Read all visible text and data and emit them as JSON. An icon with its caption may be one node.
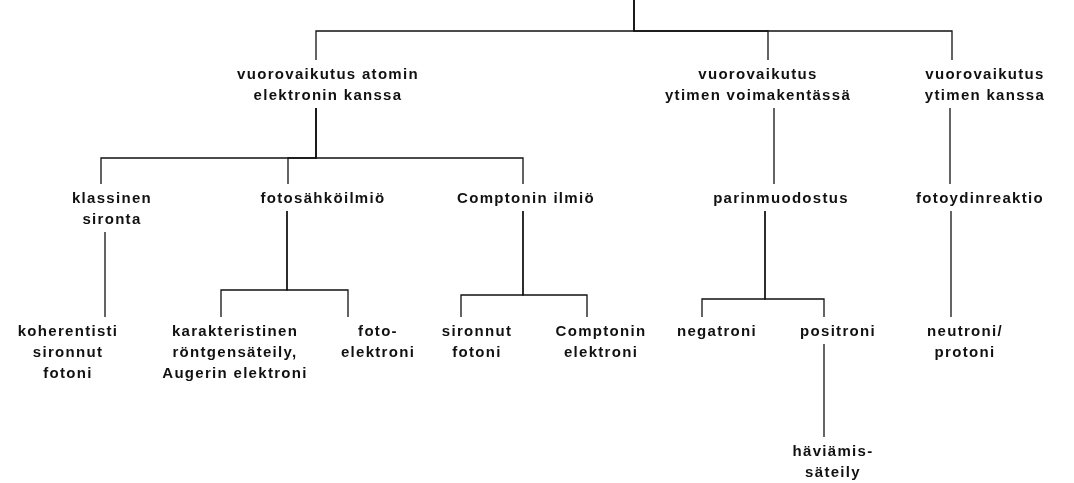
{
  "diagram": {
    "nodes": [
      {
        "text": [
          "vuorovaikutus atomin elektronin kanssa"
        ]
      },
      {
        "text": [
          "vuorovaikutus ytimen voimakentässä"
        ]
      },
      {
        "text": [
          "vuorovaikutus ytimen kanssa"
        ]
      },
      {
        "text": [
          "klassinen sironta"
        ]
      },
      {
        "text": [
          "fotosähköilmiö"
        ]
      },
      {
        "text": [
          "Comptonin ilmiö"
        ]
      },
      {
        "text": [
          "parinmuodostus"
        ]
      },
      {
        "text": [
          "fotoydinreaktio"
        ]
      },
      {
        "text": [
          "koherentisti sironnut fotoni"
        ]
      },
      {
        "text": [
          "karakteristinen röntgensäteily, Augerin elektroni"
        ]
      },
      {
        "text": [
          "foto- elektroni"
        ]
      },
      {
        "text": [
          "sironnut fotoni"
        ]
      },
      {
        "text": [
          "Comptonin elektroni"
        ]
      },
      {
        "text": [
          "negatroni"
        ]
      },
      {
        "text": [
          "positroni"
        ]
      },
      {
        "text": [
          "neutroni/ protoni"
        ]
      },
      {
        "text": [
          "häviämis- säteily"
        ]
      }
    ],
    "edges": [
      {
        "from": null,
        "to": 0,
        "arrow": "none"
      },
      {
        "from": null,
        "to": 1,
        "arrow": "none"
      },
      {
        "from": null,
        "to": 2,
        "arrow": "none"
      },
      {
        "from": 0,
        "to": 3,
        "arrow": "none"
      },
      {
        "from": 0,
        "to": 4,
        "arrow": "none"
      },
      {
        "from": 0,
        "to": 5,
        "arrow": "none"
      },
      {
        "from": 1,
        "to": 6,
        "arrow": "none"
      },
      {
        "from": 2,
        "to": 7,
        "arrow": "none"
      },
      {
        "from": 3,
        "to": 8,
        "arrow": "none"
      },
      {
        "from": 4,
        "to": 9,
        "arrow": "none"
      },
      {
        "from": 4,
        "to": 10,
        "arrow": "none"
      },
      {
        "from": 5,
        "to": 11,
        "arrow": "none"
      },
      {
        "from": 5,
        "to": 12,
        "arrow": "none"
      },
      {
        "from": 6,
        "to": 13,
        "arrow": "none"
      },
      {
        "from": 6,
        "to": 14,
        "arrow": "none"
      },
      {
        "from": 7,
        "to": 15,
        "arrow": "none"
      },
      {
        "from": 14,
        "to": 16,
        "arrow": "none"
      }
    ]
  }
}
